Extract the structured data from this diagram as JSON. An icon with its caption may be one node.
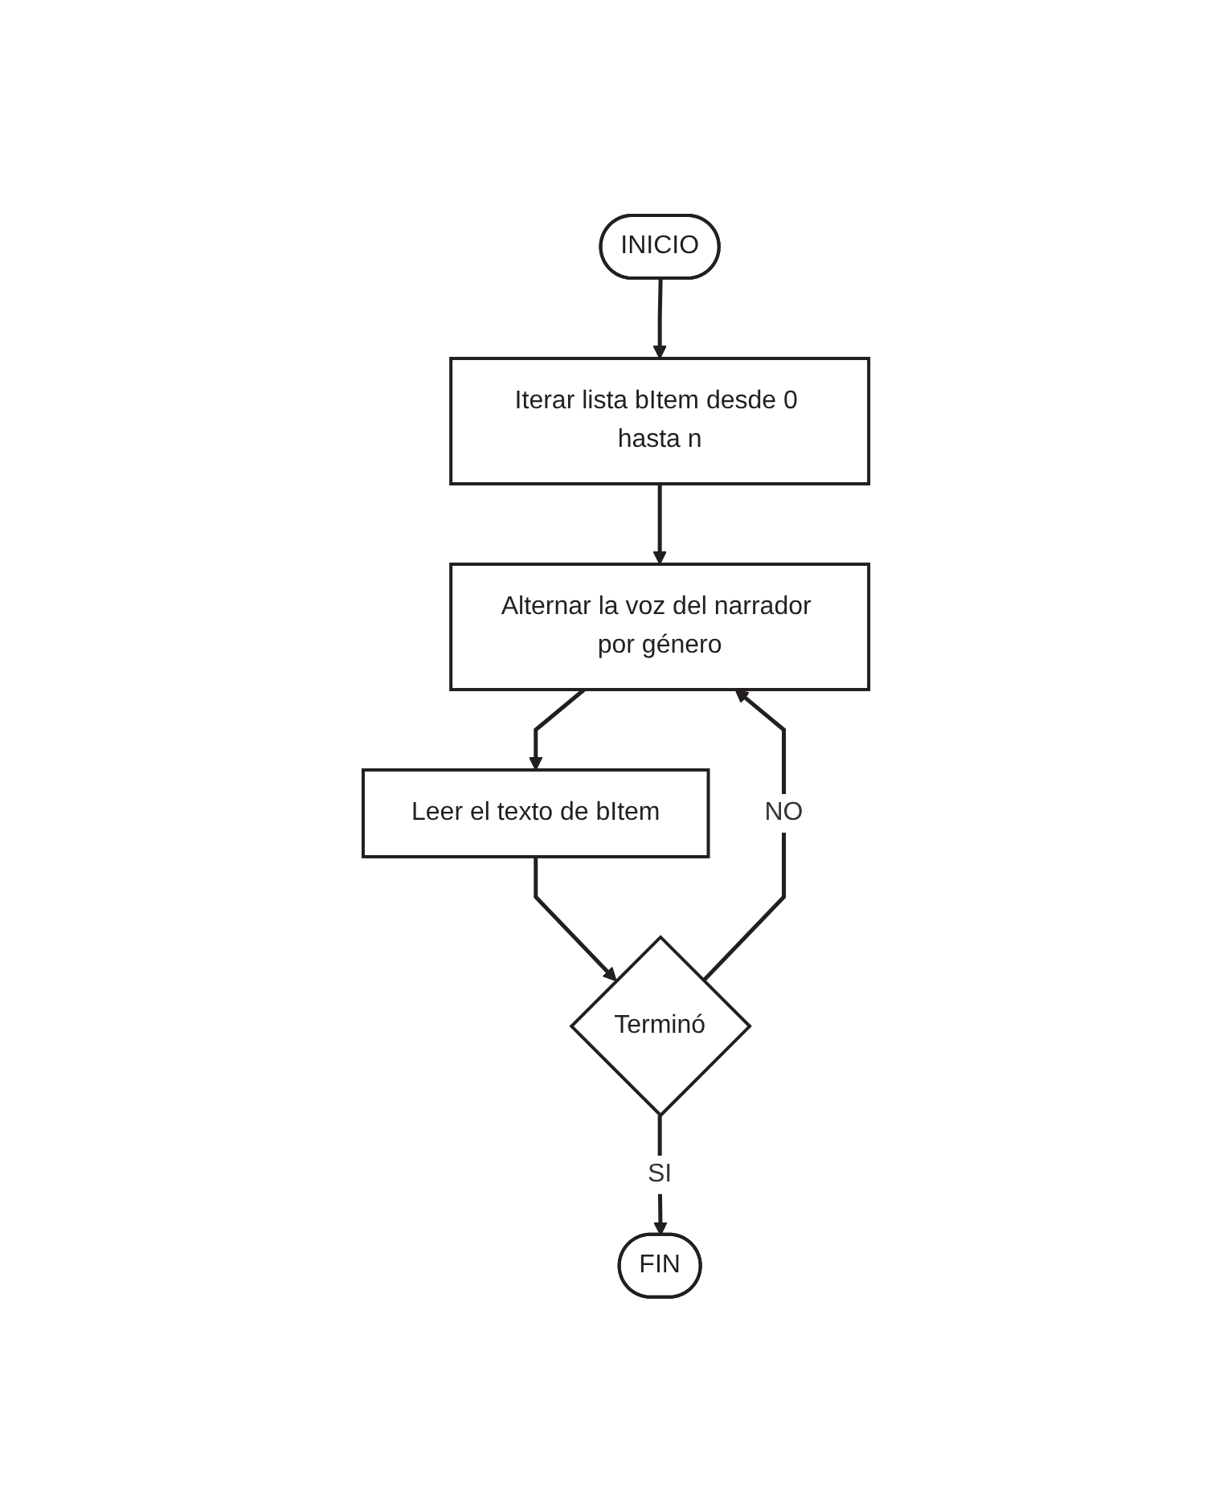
{
  "diagram": {
    "nodes": [
      {
        "text": [
          "INICIO"
        ]
      },
      {
        "text": [
          "Iterar lista bItem desde 0 hasta n"
        ]
      },
      {
        "text": [
          "Alternar la voz del narrador por género"
        ]
      },
      {
        "text": [
          "Leer el texto de bItem"
        ]
      },
      {
        "text": [
          "Terminó"
        ]
      },
      {
        "text": [
          "FIN"
        ]
      }
    ],
    "edges": [
      {
        "from": 0,
        "to": 1,
        "arrow": "to"
      },
      {
        "from": 1,
        "to": 2,
        "arrow": "to"
      },
      {
        "from": 2,
        "to": 3,
        "arrow": "to"
      },
      {
        "from": 3,
        "to": 4,
        "arrow": "to"
      },
      {
        "from": 4,
        "to": 2,
        "arrow": "to",
        "label": "NO"
      },
      {
        "from": 4,
        "to": 5,
        "arrow": "to",
        "label": "SI"
      }
    ]
  }
}
